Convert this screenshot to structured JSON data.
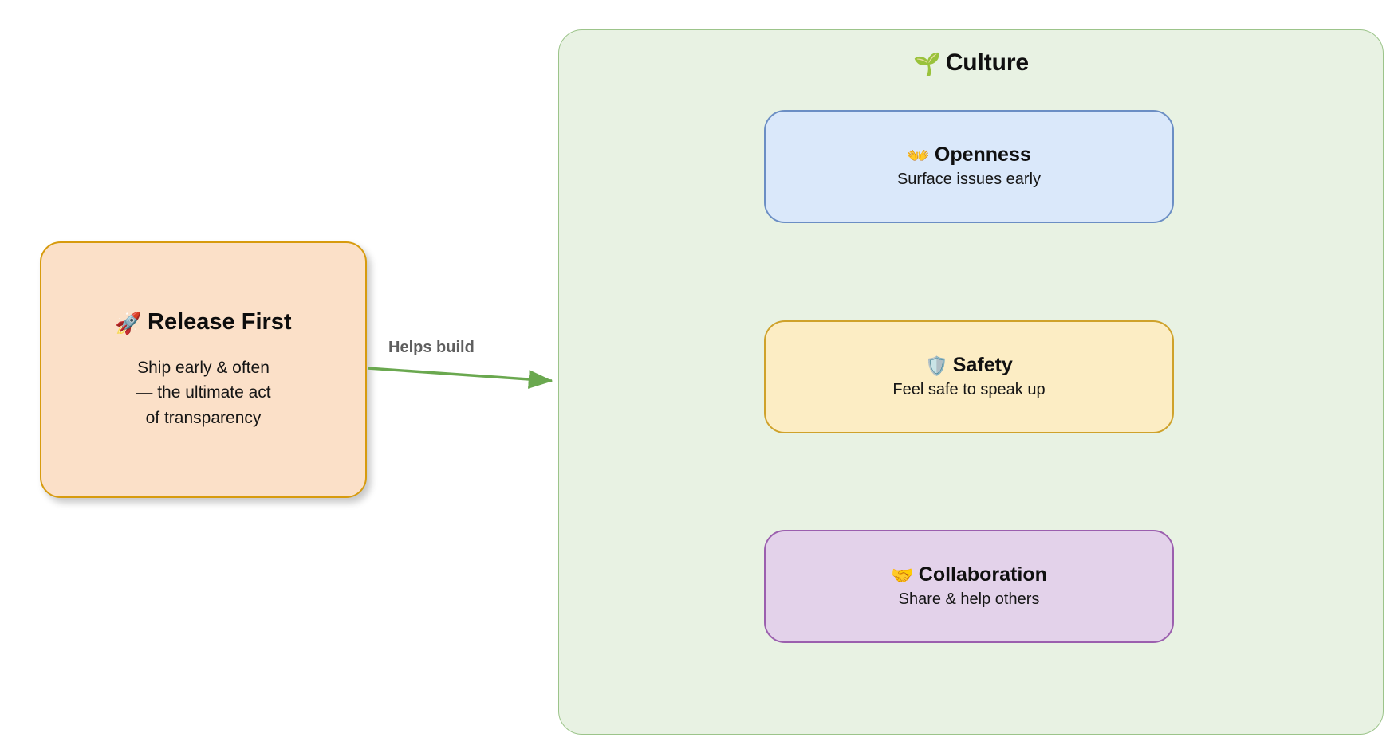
{
  "diagram": {
    "source_node": {
      "icon": "rocket-icon",
      "emoji": "🚀",
      "title": "Release First",
      "description": "Ship early & often\n— the ultimate act\nof transparency",
      "fill_color": "#fbe0c8",
      "border_color": "#d79b0e"
    },
    "edge": {
      "label": "Helps build",
      "color": "#6aa84f",
      "label_color": "#5f5f5f"
    },
    "cluster": {
      "icon": "seedling-icon",
      "emoji": "🌱",
      "title": "Culture",
      "fill_color": "#e8f2e3",
      "border_color": "#9cc48a",
      "cards": [
        {
          "id": "openness",
          "icon": "open-hands-icon",
          "emoji": "👐",
          "title": "Openness",
          "subtitle": "Surface issues early",
          "fill_color": "#dae8fa",
          "border_color": "#6b8ec4"
        },
        {
          "id": "safety",
          "icon": "shield-icon",
          "emoji": "🛡️",
          "title": "Safety",
          "subtitle": "Feel safe to speak up",
          "fill_color": "#fcedc4",
          "border_color": "#cfa22b"
        },
        {
          "id": "collaboration",
          "icon": "handshake-icon",
          "emoji": "🤝",
          "title": "Collaboration",
          "subtitle": "Share & help others",
          "fill_color": "#e3d2ea",
          "border_color": "#9b5fae"
        }
      ]
    }
  }
}
